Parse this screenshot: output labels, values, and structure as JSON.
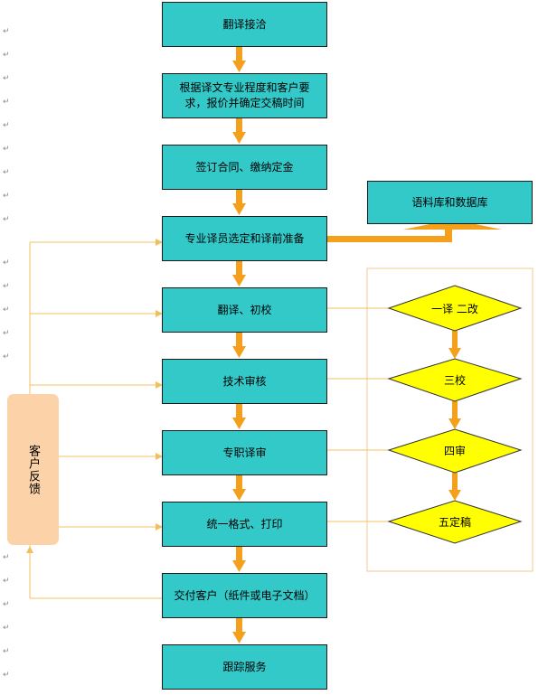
{
  "colors": {
    "box_fill": "#33c9c9",
    "arrow": "#f4a01c",
    "feedback_fill": "#fcd3a8",
    "diamond_fill": "#ffff00",
    "connector": "#f0c060"
  },
  "flow": {
    "step1": "翻译接洽",
    "step2": "根据译文专业程度和客户要\n求，报价并确定交稿时间",
    "step3": "签订合同、缴纳定金",
    "step4": "专业译员选定和译前准备",
    "step5": "翻译、初校",
    "step6": "技术审核",
    "step7": "专职译审",
    "step8": "统一格式、打印",
    "step9": "交付客户（纸件或电子文档）",
    "step10": "跟踪服务"
  },
  "corpus_box": "语料库和数据库",
  "feedback": "客户反馈",
  "quality": {
    "d1": "一译 二改",
    "d2": "三校",
    "d3": "四审",
    "d4": "五定稿"
  },
  "margin_mark": "↵"
}
